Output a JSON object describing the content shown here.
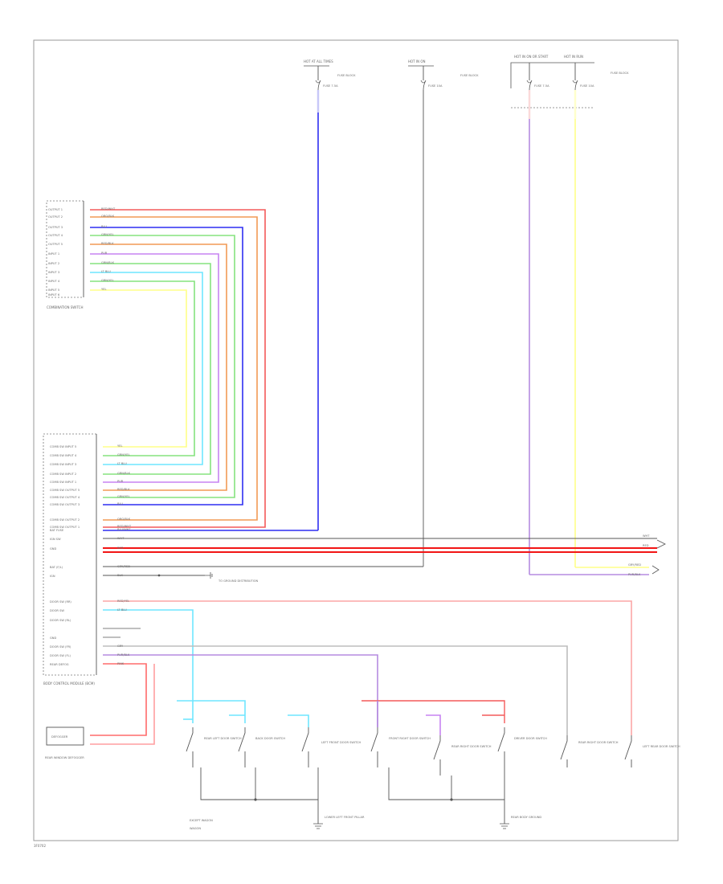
{
  "diagram": {
    "footer_code": "3F0702",
    "wire_colors": {
      "red_wht": "#f45a5a",
      "org_blk": "#f29a55",
      "blu": "#2f2ff2",
      "grn_yel": "#85e37f",
      "ltblu": "#6fe6ff",
      "yel": "#ffff88",
      "red": "#f21515",
      "pur_blk": "#b58ce0",
      "pur": "#c784f2",
      "pink": "#ff9ea0",
      "tan": "#f6c590",
      "gry": "#bdbdbd",
      "red_yel": "#fba6a6",
      "blk": "#555555"
    },
    "fuse_labels": [
      {
        "text": "HOT AT ALL TIMES"
      },
      {
        "text": "HOT IN ON"
      },
      {
        "text": "HOT IN ON OR START"
      },
      {
        "text": "HOT IN RUN"
      }
    ],
    "fuses": [
      {
        "text": "FUSE 7.5A"
      },
      {
        "text": "FUSE 10A"
      },
      {
        "text": "FUSE 7.5A"
      },
      {
        "text": "FUSE 10A"
      }
    ],
    "fuse_box_labels": [
      {
        "text": "FUSE BLOCK"
      },
      {
        "text": "FUSE BLOCK"
      },
      {
        "text": "FUSE BLOCK"
      }
    ],
    "combination_switch": {
      "pins": [
        "OUTPUT 1",
        "OUTPUT 2",
        "OUTPUT 3",
        "OUTPUT 4",
        "OUTPUT 5",
        "INPUT 1",
        "INPUT 2",
        "INPUT 3",
        "INPUT 4",
        "INPUT 5",
        "INPUT 6"
      ],
      "wires": [
        "RED/WHT",
        "ORG/BLK",
        "BLU",
        "GRN/YEL",
        "RED/BLK",
        "PUR",
        "GRN/BLK",
        "LT BLU",
        "GRN/YEL",
        "YEL",
        ""
      ],
      "label": "COMBINATION SWITCH"
    },
    "bcm": {
      "comb_pins": [
        "COMB SW INPUT 5",
        "COMB SW INPUT 4",
        "COMB SW INPUT 3",
        "COMB SW INPUT 2",
        "COMB SW INPUT 1",
        "COMB SW OUTPUT 5",
        "COMB SW OUTPUT 4",
        "COMB SW OUTPUT 3",
        "COMB SW OUTPUT 2",
        "COMB SW OUTPUT 1"
      ],
      "comb_wires": [
        "YEL",
        "GRN/YEL",
        "LT BLU",
        "GRN/BLK",
        "PUR",
        "RED/BLK",
        "GRN/YEL",
        "BLU",
        "ORG/BLK",
        "RED/WHT"
      ],
      "misc_pins": [
        "BAT FUSE",
        "IGN SW",
        "GND",
        "BAT (F/L)",
        "IGN"
      ],
      "misc_wires": [
        "BLU/WHT",
        "WHT",
        "RED",
        "GRY/RED",
        "BLK"
      ],
      "door_pins": [
        "DOOR SW (RR)",
        "DOOR SW",
        "DOOR SW (RL)",
        "GND",
        "DOOR SW (FR)",
        "DOOR SW (FL)",
        "REAR DEFOG"
      ],
      "door_wires": [
        "RED/YEL",
        "LT BLU",
        "",
        "",
        "GRY",
        "PUR/BLK",
        "PINK"
      ],
      "label": "BODY CONTROL MODULE (BCM)"
    },
    "right_wires": [
      {
        "text": "WHT"
      },
      {
        "text": "RED"
      },
      {
        "text": "GRY/RED"
      },
      {
        "text": "PUR/BLK"
      }
    ],
    "ground_note": "TO GROUND DISTRIBUTION",
    "door_switches": [
      {
        "text": "REAR LEFT DOOR SWITCH"
      },
      {
        "text": "BACK DOOR SWITCH"
      },
      {
        "text": "LEFT FRONT DOOR SWITCH"
      },
      {
        "text": "FRONT RIGHT DOOR SWITCH"
      },
      {
        "text": "REAR RIGHT DOOR SWITCH"
      },
      {
        "text": "DRIVER DOOR SWITCH"
      },
      {
        "text": "REAR RIGHT DOOR SWITCH"
      },
      {
        "text": "LEFT REAR DOOR SWITCH"
      }
    ],
    "ground_labels": [
      {
        "text": "LOWER LEFT FRONT PILLAR"
      },
      {
        "text": "REAR BODY GROUND"
      }
    ],
    "legend": [
      {
        "text": "EXCEPT WAGON"
      },
      {
        "text": "WAGON"
      }
    ],
    "defogger": {
      "box": "DEFOGGER",
      "label": "REAR WINDOW DEFOGGER"
    }
  }
}
